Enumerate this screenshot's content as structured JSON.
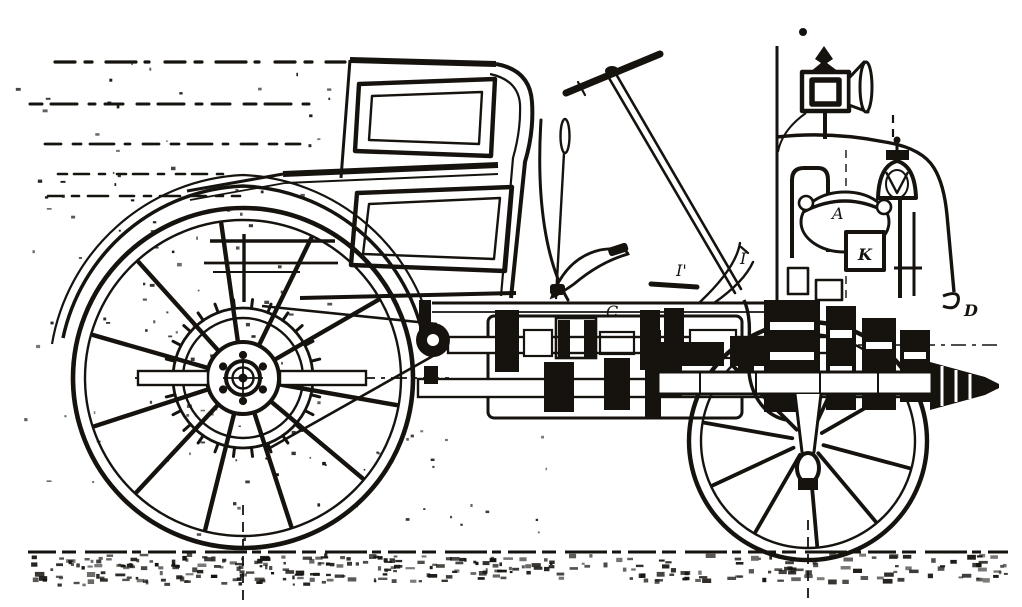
{
  "figure_type": "technical-engraving",
  "part_labels": {
    "gear_train": "C",
    "steering_column": "I",
    "steering_lever": "I'",
    "engine": "A",
    "carburetor": "K",
    "drive_housing": "D"
  },
  "colors": {
    "ink": "#16130f",
    "paper": "#ffffff"
  }
}
